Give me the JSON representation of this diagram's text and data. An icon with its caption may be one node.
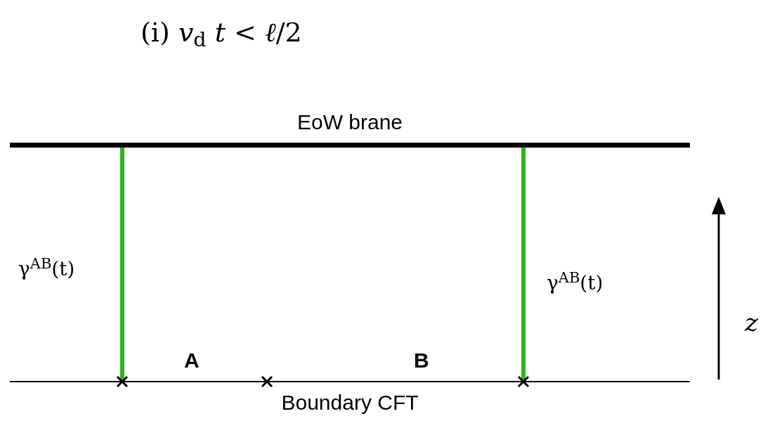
{
  "diagram": {
    "title": "(i) *v*$_{d}$ *t* < *ℓ*/2",
    "nodes": [
      {
        "text": [
          "EoW brane"
        ]
      },
      {
        "text": [
          "Boundary CFT"
        ]
      }
    ],
    "edges": [
      {
        "from": 0,
        "to": 1,
        "arrow": "none",
        "color": "#2fb31f",
        "label": "γ$^{AB}$(t)"
      },
      {
        "from": 0,
        "to": 1,
        "arrow": "none",
        "color": "#2fb31f",
        "label": "γ$^{AB}$(t)"
      }
    ],
    "labels": [
      "A",
      "B",
      "z"
    ]
  }
}
